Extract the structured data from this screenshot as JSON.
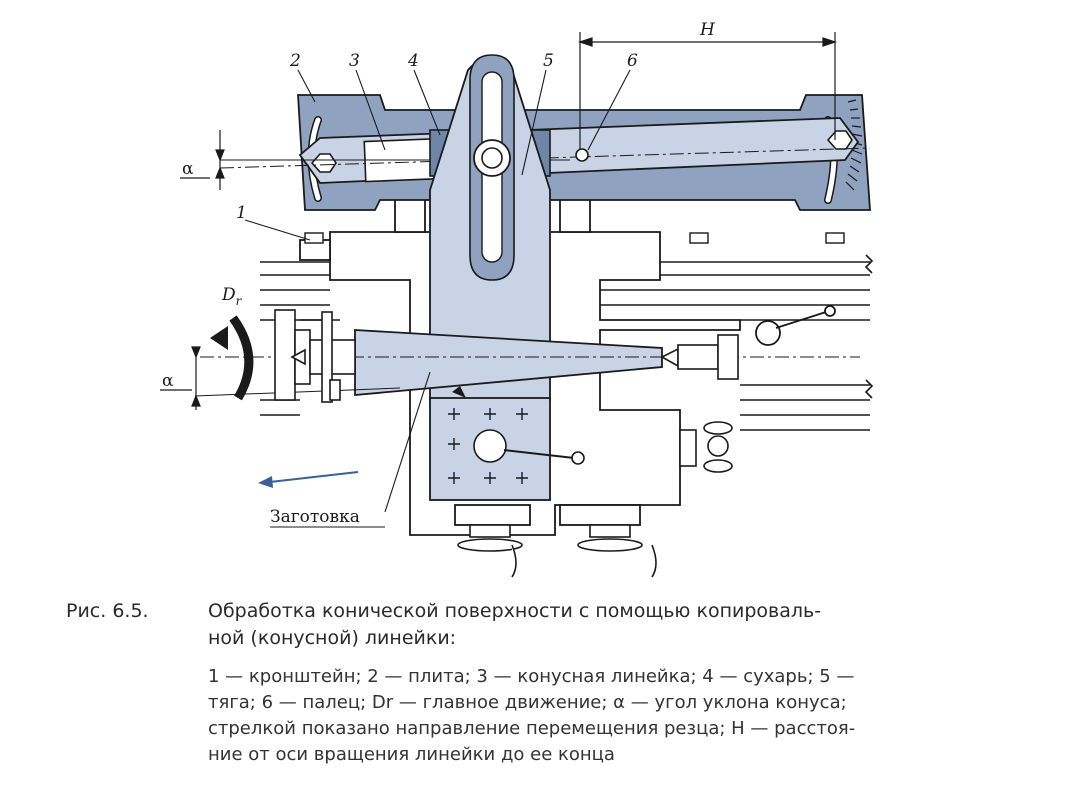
{
  "figure": {
    "part_labels": [
      "1",
      "2",
      "3",
      "4",
      "5",
      "6"
    ],
    "dim_H": "H",
    "angle_label": "α",
    "motion_label_main": "D",
    "motion_label_sub": "r",
    "workpiece_label": "Заготовка",
    "colors": {
      "metal_blue": "#8fa3c0",
      "metal_blue_dark": "#6f86a8",
      "body_blue": "#c9d3e6",
      "outline": "#1a1a1a",
      "arrow_blue": "#3a5f9a"
    }
  },
  "caption": {
    "number": "Рис. 6.5.",
    "title": "Обработка конической поверхности с помощью копироваль-ной (конусной) линейки:",
    "title_line1": "Обработка конической поверхности с помощью копироваль-",
    "title_line2": "ной (конусной) линейки:",
    "legend_lines": [
      "1 — кронштейн; 2 — плита; 3 — конусная линейка; 4 — сухарь; 5 —",
      "тяга; 6 — палец; Dr — главное движение; α — угол уклона конуса;",
      "стрелкой показано направление перемещения резца; H — расстоя-",
      "ние от оси вращения линейки до ее конца"
    ]
  }
}
